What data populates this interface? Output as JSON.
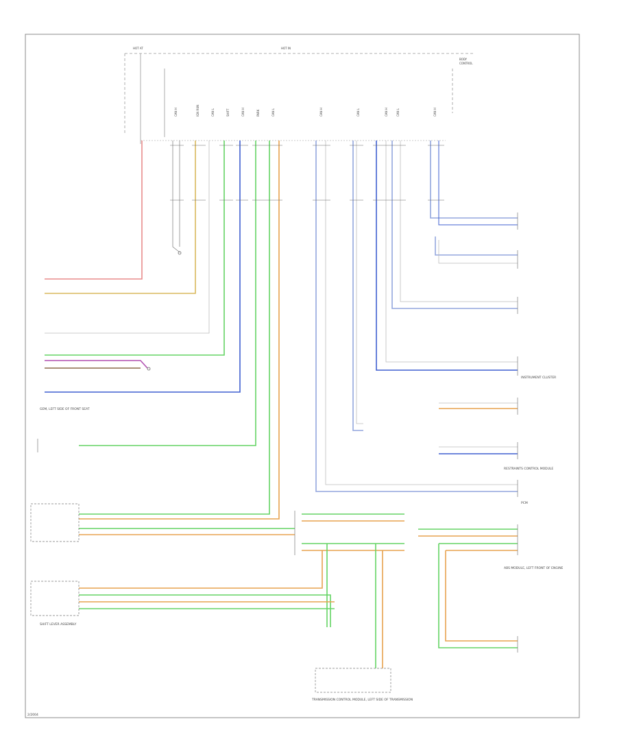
{
  "modules": {
    "gem": "GEM, LEFT SIDE OF FRONT SEAT",
    "instrument_cluster": "INSTRUMENT CLUSTER",
    "pcm": "PCM",
    "tcm": "TRANSMISSION CONTROL MODULE, LEFT SIDE OF TRANSMISSION",
    "abs": "ABS MODULE, LEFT FRONT OF ENGINE",
    "restraints": "RESTRAINTS CONTROL MODULE",
    "shift_lever": "SHIFT LEVER ASSEMBLY"
  },
  "refs": {
    "bottom_left": "2/2004"
  },
  "colors": {
    "red": "#e88b8b",
    "yellow": "#d8b75a",
    "blue": "#3f5fd0",
    "light_blue": "#93a6dd",
    "green": "#63d463",
    "orange": "#e7a24e",
    "purple": "#b04fb0",
    "brown": "#8b6a4a",
    "gray": "#9a9a9a",
    "frame": "#888888"
  }
}
